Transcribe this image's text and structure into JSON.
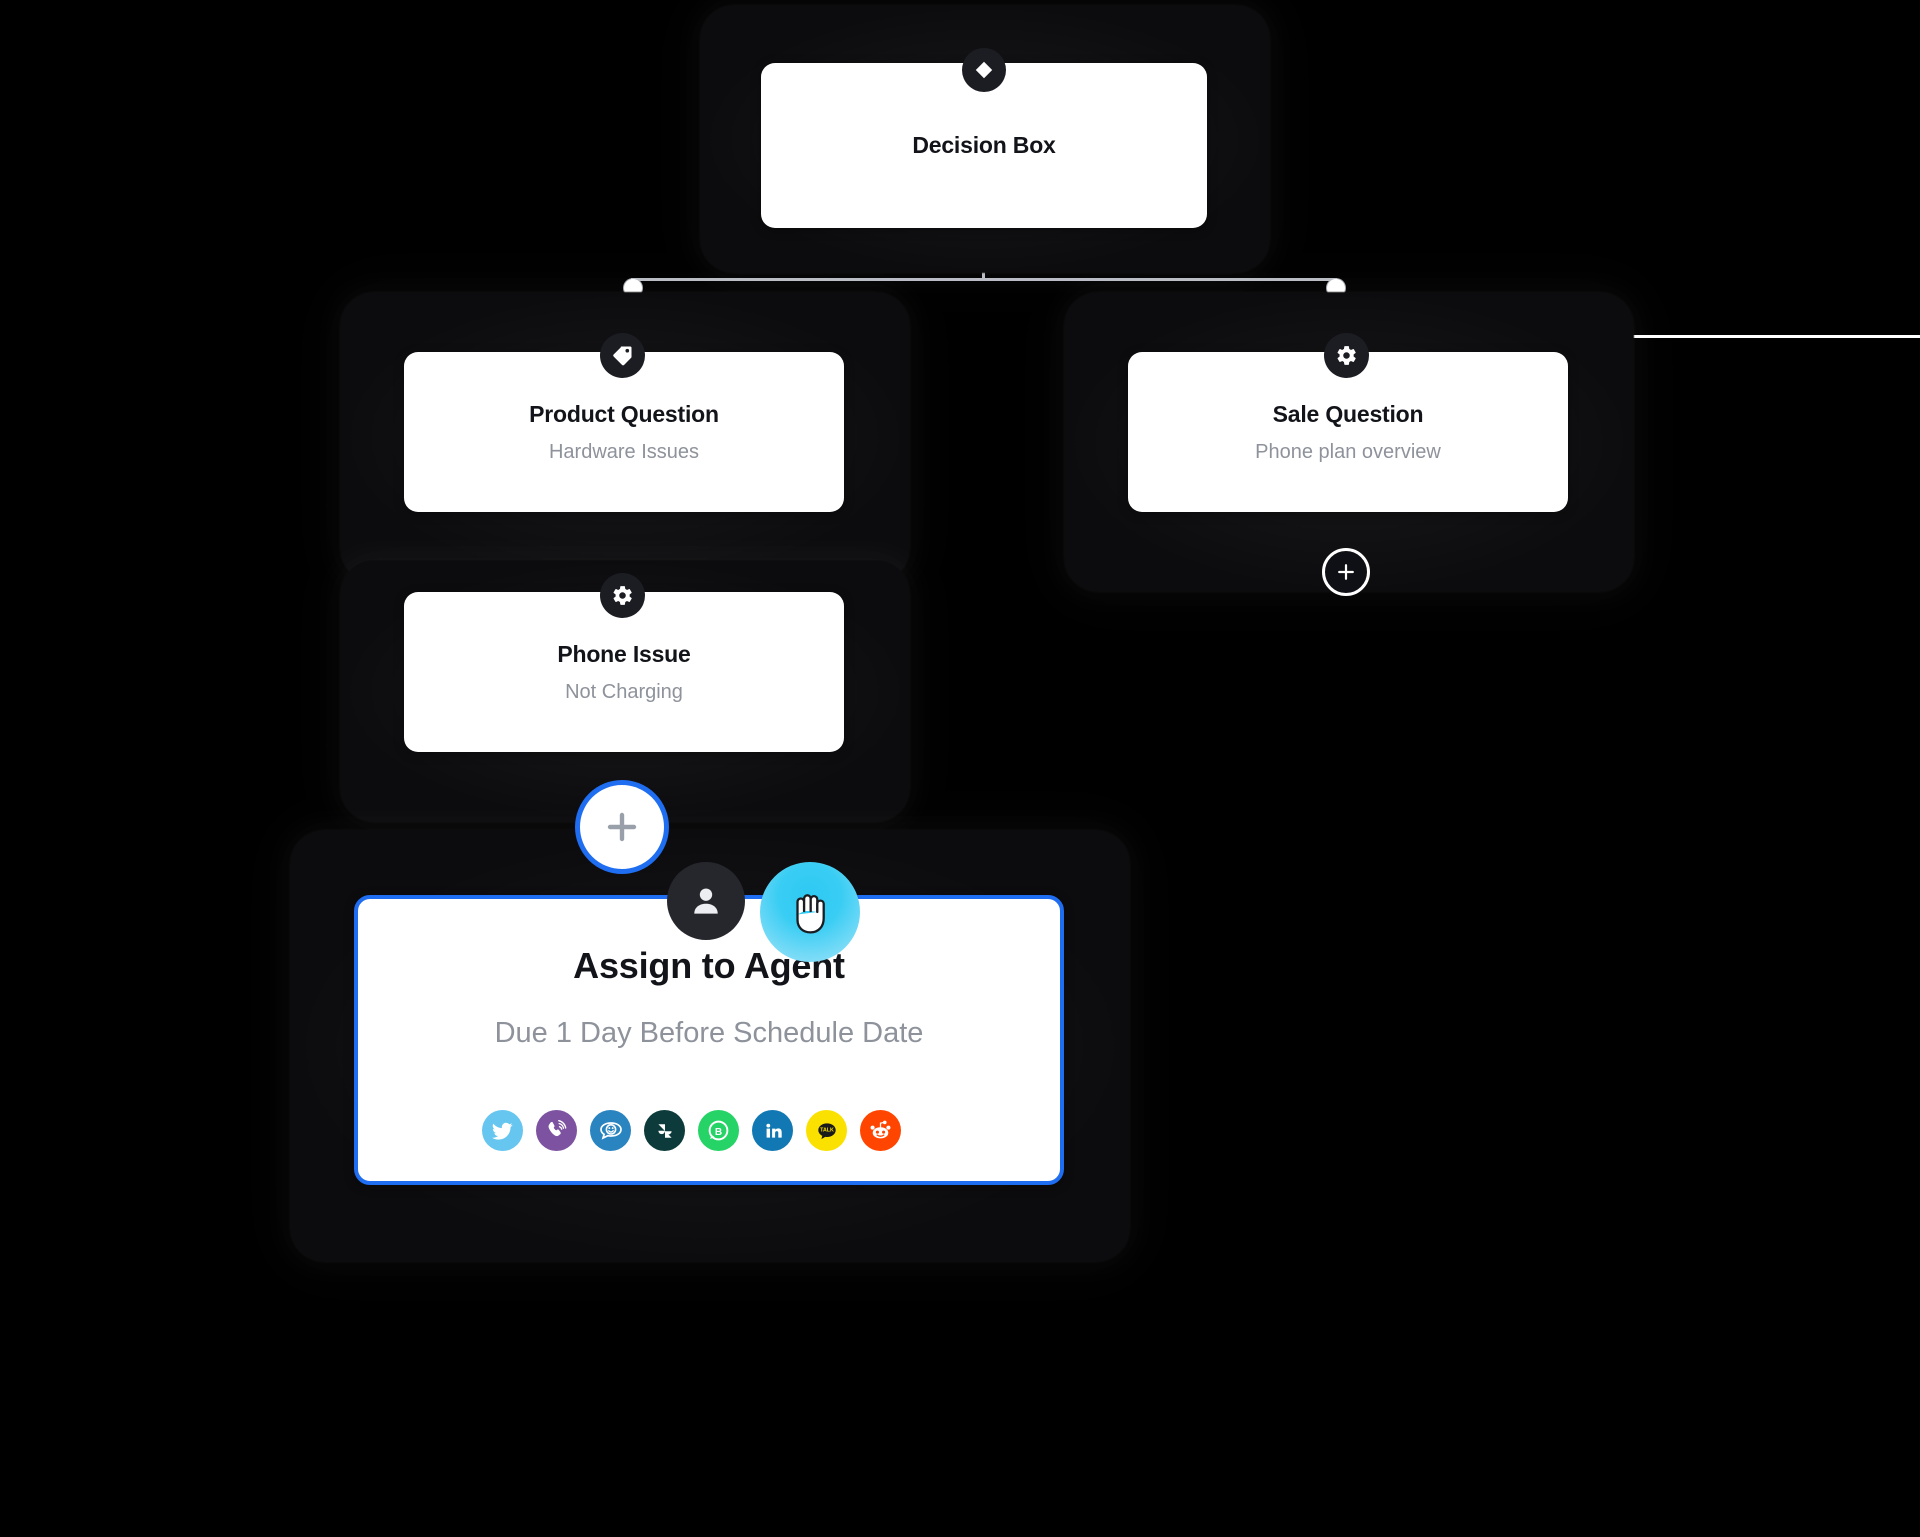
{
  "flow": {
    "nodes": [
      {
        "id": "decision",
        "title": "Decision Box",
        "subtitle": "",
        "badge_icon": "diamond-icon"
      },
      {
        "id": "product",
        "title": "Product Question",
        "subtitle": "Hardware Issues",
        "badge_icon": "tag-icon"
      },
      {
        "id": "phone",
        "title": "Phone Issue",
        "subtitle": "Not Charging",
        "badge_icon": "gear-icon"
      },
      {
        "id": "sale",
        "title": "Sale Question",
        "subtitle": "Phone plan overview",
        "badge_icon": "gear-icon"
      },
      {
        "id": "assign",
        "title": "Assign to Agent",
        "subtitle": "Due 1 Day Before Schedule Date",
        "badge_icon": "person-icon",
        "selected": true
      }
    ],
    "add_buttons": [
      {
        "id": "add-under-phone",
        "label": "+",
        "style": "light"
      },
      {
        "id": "add-under-sale",
        "label": "+",
        "style": "dark"
      }
    ],
    "cursor": {
      "type": "grab-hand-cursor",
      "color": "#3bcdf4"
    },
    "presence": {
      "avatar_icon": "person-icon",
      "background": "#26272d"
    }
  },
  "channels": [
    {
      "name": "twitter",
      "label": "",
      "color": "#66c6f0"
    },
    {
      "name": "viber",
      "label": "",
      "color": "#7d52a0"
    },
    {
      "name": "livechat",
      "label": "",
      "color": "#2a84c0"
    },
    {
      "name": "zendesk",
      "label": "",
      "color": "#0d3b3b"
    },
    {
      "name": "whatsapp-business",
      "label": "B",
      "color": "#25d366"
    },
    {
      "name": "linkedin",
      "label": "in",
      "color": "#1178b3"
    },
    {
      "name": "kakaotalk",
      "label": "TALK",
      "color": "#fae100"
    },
    {
      "name": "reddit",
      "label": "",
      "color": "#ff4500"
    }
  ],
  "theme": {
    "background": "#000000",
    "card_background": "#ffffff",
    "selected_border": "#1f6df0",
    "connector": "#b9bcc4",
    "badge_background": "#1c1d23",
    "title_color": "#12141a",
    "subtitle_color": "#8e929b"
  }
}
